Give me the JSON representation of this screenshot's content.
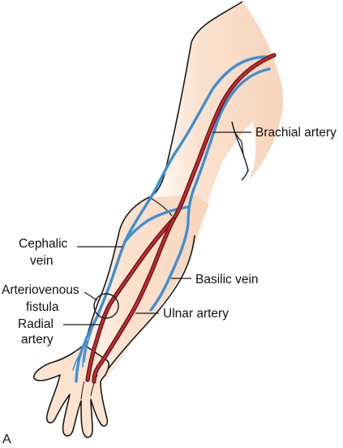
{
  "panel_letter": "A",
  "labels": {
    "brachial_artery": "Brachial artery",
    "cephalic_vein_line1": "Cephalic",
    "cephalic_vein_line2": "vein",
    "basilic_vein": "Basilic vein",
    "av_fistula_line1": "Arteriovenous",
    "av_fistula_line2": "fistula",
    "radial_artery_line1": "Radial",
    "radial_artery_line2": "artery",
    "ulnar_artery": "Ulnar artery"
  },
  "colors": {
    "skin": "#fbe3d0",
    "skin_shadow": "#f6d2b8",
    "outline": "#1a1a1a",
    "vein": "#3f8fd2",
    "artery": "#c8262c",
    "artery_outline": "#4a1012"
  }
}
